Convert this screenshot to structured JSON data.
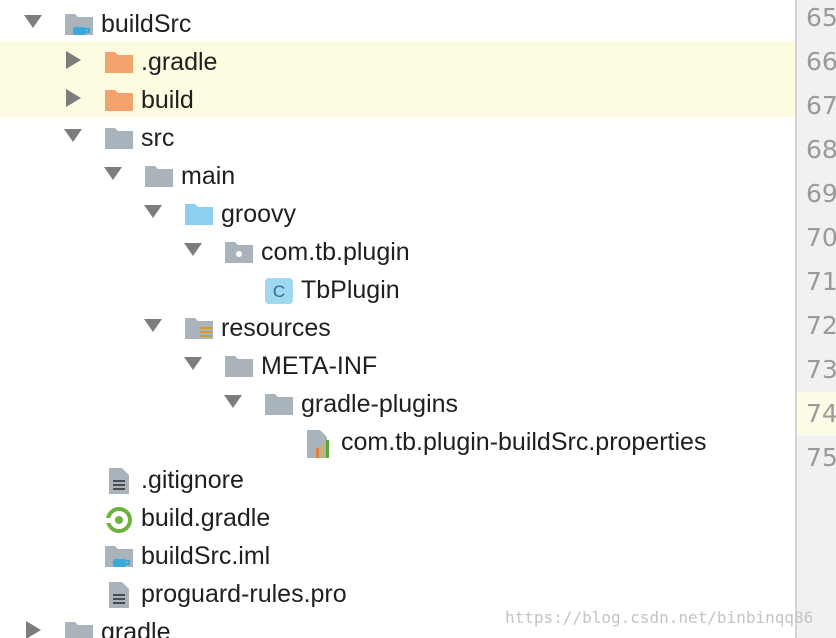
{
  "tree": {
    "rows": [
      {
        "label": "buildSrc",
        "arrow": "down",
        "icon": "module-folder-icon",
        "indent": 0
      },
      {
        "label": ".gradle",
        "arrow": "right",
        "icon": "excluded-folder-icon",
        "indent": 1,
        "highlighted": true
      },
      {
        "label": "build",
        "arrow": "right",
        "icon": "excluded-folder-icon",
        "indent": 1,
        "highlighted": true
      },
      {
        "label": "src",
        "arrow": "down",
        "icon": "folder-icon",
        "indent": 1
      },
      {
        "label": "main",
        "arrow": "down",
        "icon": "folder-icon",
        "indent": 2
      },
      {
        "label": "groovy",
        "arrow": "down",
        "icon": "source-folder-icon",
        "indent": 3
      },
      {
        "label": "com.tb.plugin",
        "arrow": "down",
        "icon": "package-icon",
        "indent": 4
      },
      {
        "label": "TbPlugin",
        "arrow": "none",
        "icon": "class-icon",
        "indent": 5
      },
      {
        "label": "resources",
        "arrow": "down",
        "icon": "resources-folder-icon",
        "indent": 3
      },
      {
        "label": "META-INF",
        "arrow": "down",
        "icon": "folder-icon",
        "indent": 4
      },
      {
        "label": "gradle-plugins",
        "arrow": "down",
        "icon": "folder-icon",
        "indent": 5
      },
      {
        "label": "com.tb.plugin-buildSrc.properties",
        "arrow": "none",
        "icon": "properties-file-icon",
        "indent": 6
      },
      {
        "label": ".gitignore",
        "arrow": "none",
        "icon": "text-file-icon",
        "indent": 1
      },
      {
        "label": "build.gradle",
        "arrow": "none",
        "icon": "gradle-file-icon",
        "indent": 1
      },
      {
        "label": "buildSrc.iml",
        "arrow": "none",
        "icon": "iml-file-icon",
        "indent": 1
      },
      {
        "label": "proguard-rules.pro",
        "arrow": "none",
        "icon": "text-file-icon",
        "indent": 1
      },
      {
        "label": "gradle",
        "arrow": "right",
        "icon": "folder-icon",
        "indent": 0
      }
    ]
  },
  "gutter": {
    "line_numbers": [
      "65",
      "66",
      "67",
      "68",
      "69",
      "70",
      "71",
      "72",
      "73",
      "74",
      "75"
    ],
    "current_line": "74"
  },
  "watermark": "https://blog.csdn.net/binbinqq86",
  "colors": {
    "highlight": "#fdfbe0",
    "folder": "#a9b3bc",
    "excluded_folder": "#f4a36f",
    "source_folder": "#8dcff0",
    "class_icon": "#9fd9ef"
  }
}
